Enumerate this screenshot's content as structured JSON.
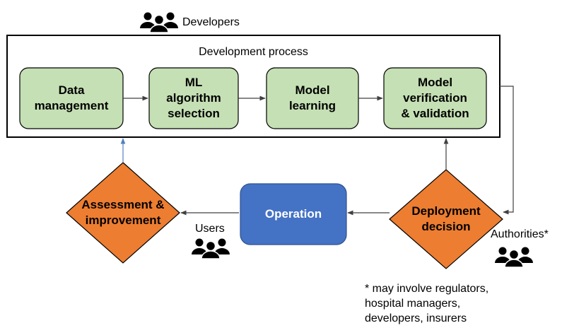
{
  "developers_label": "Developers",
  "process_title": "Development process",
  "steps": [
    {
      "label": "Data\nmanagement"
    },
    {
      "label": "ML\nalgorithm\nselection"
    },
    {
      "label": "Model\nlearning"
    },
    {
      "label": "Model\nverification\n& validation"
    }
  ],
  "operation_label": "Operation",
  "assessment_label": "Assessment &\nimprovement",
  "deployment_label": "Deployment\ndecision",
  "users_label": "Users",
  "authorities_label": "Authorities*",
  "footnote": "* may involve regulators,\nhospital managers,\ndevelopers, insurers",
  "icons": [
    "people-icon"
  ],
  "colors": {
    "step_fill": "#c5e0b4",
    "operation_fill": "#4472c4",
    "decision_fill": "#ed7d31",
    "feedback_arrow": "#4f81bd"
  }
}
